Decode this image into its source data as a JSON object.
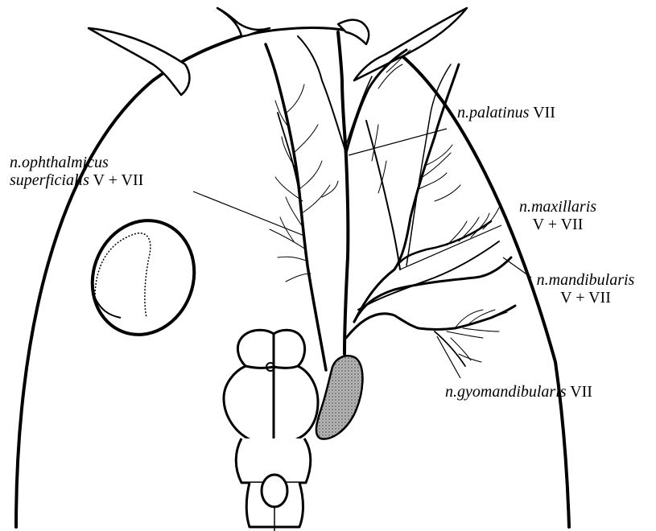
{
  "labels": {
    "palatinus": {
      "name": "n.palatinus",
      "suffix": " VII"
    },
    "ophthalmicus": {
      "name1": "n.ophthalmicus",
      "name2": "superficialis",
      "suffix": " V + VII"
    },
    "maxillaris": {
      "name": "n.maxillaris",
      "suffix": "V + VII"
    },
    "mandibularis": {
      "name": "n.mandibularis",
      "suffix": "V + VII"
    },
    "gyomandibularis": {
      "name": "n.gyomandibularis",
      "suffix": " VII"
    }
  },
  "colors": {
    "ink": "#000000",
    "ganglion": "#9a9a9a"
  }
}
